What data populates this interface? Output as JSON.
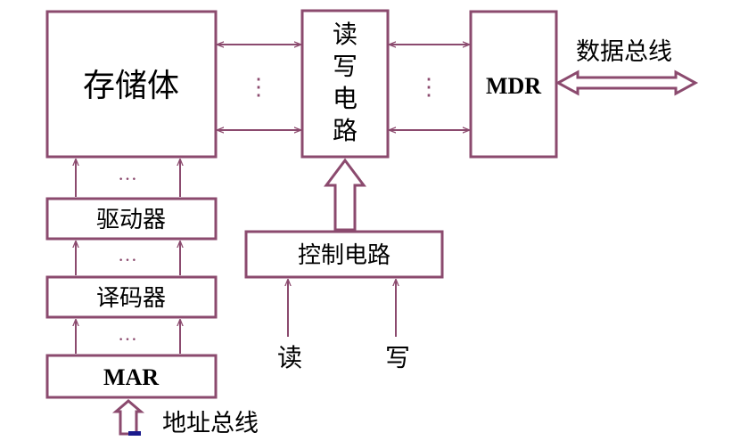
{
  "blocks": {
    "storage": "存储体",
    "rw_circuit": [
      "读",
      "写",
      "电",
      "路"
    ],
    "mdr": "MDR",
    "driver": "驱动器",
    "decoder": "译码器",
    "mar": "MAR",
    "control": "控制电路"
  },
  "signals": {
    "read": "读",
    "write": "写"
  },
  "buses": {
    "data_bus": "数据总线",
    "address_bus": "地址总线"
  },
  "ellipsis_h": "…",
  "ellipsis_v": "⋮",
  "colors": {
    "stroke": "#8b4a6e",
    "address_marker": "#1a1a8c"
  }
}
